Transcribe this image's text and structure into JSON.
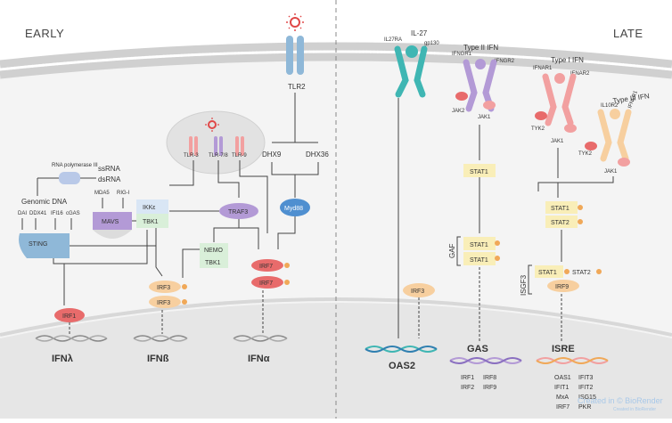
{
  "headers": {
    "early": "EARLY",
    "late": "LATE"
  },
  "colors": {
    "membrane": "#c9c9c9",
    "cytoplasm": "#f4f4f4",
    "nucleus": "#ebebeb",
    "tlr2": "#8fb8d8",
    "pink": "#f2a0a0",
    "purple": "#b39ad6",
    "red": "#e86b6b",
    "peach": "#f7cf9f",
    "yellow": "#f9eeb8",
    "teal": "#3fb6b3",
    "blue_node": "#4f8fd0",
    "green_box": "#d9efd9",
    "virus": "#e04848"
  },
  "early": {
    "tlr2": "TLR2",
    "tlrs": [
      "TLR-3",
      "TLR-7/8",
      "TLR-9"
    ],
    "dhx9": "DHX9",
    "dhx36": "DHX36",
    "myd88": "Myd88",
    "rna_pol": "RNA polymerase III",
    "ssrna": "ssRNA",
    "dsrna": "dsRNA",
    "mda5": "MDA5",
    "rigi": "RIG-I",
    "genomic_dna": "Genomic DNA",
    "dna_sensors": [
      "DAI",
      "DDX41",
      "IFI16",
      "cGAS"
    ],
    "mavs": "MAVS",
    "sting": "STING",
    "ikke": "IKKε",
    "tbk1": "TBK1",
    "traf3": "TRAF3",
    "nemo": "NEMO",
    "tbk1_b": "TBK1",
    "irf7": "IRF7",
    "irf3": "IRF3",
    "irf1": "IRF1",
    "ifn_lambda": "IFNλ",
    "ifn_beta": "IFNß",
    "ifn_alpha": "IFNα"
  },
  "late": {
    "il27": "IL-27",
    "il27ra": "IL27RA",
    "gp130": "gp130",
    "type2": "Type II IFN",
    "ifngr1": "IFNGR1",
    "ifngr2": "IFNGR2",
    "jak2": "JAK2",
    "jak1": "JAK1",
    "type1": "Type I IFN",
    "ifnar1": "IFNAR1",
    "ifnar2": "IFNAR2",
    "tyk2": "TYK2",
    "type3": "Type III IFN",
    "il10r2": "IL10R2",
    "ifnlr1": "IFNLR1",
    "stat1": "STAT1",
    "stat2": "STAT2",
    "irf9": "IRF9",
    "gaf": "GAF",
    "isgf3": "ISGF3",
    "irf3": "IRF3",
    "oas2": "OAS2",
    "gas": "GAS",
    "isre": "ISRE",
    "gas_genes": [
      "IRF1",
      "IRF8",
      "IRF2",
      "IRF9"
    ],
    "isre_genes": [
      "OAS1",
      "IFIT3",
      "IFIT1",
      "IFIT2",
      "MxA",
      "ISG15",
      "IRF7",
      "PKR"
    ]
  },
  "watermark": "Created in © BioRender",
  "watermark_sub": "Created in BioRender"
}
